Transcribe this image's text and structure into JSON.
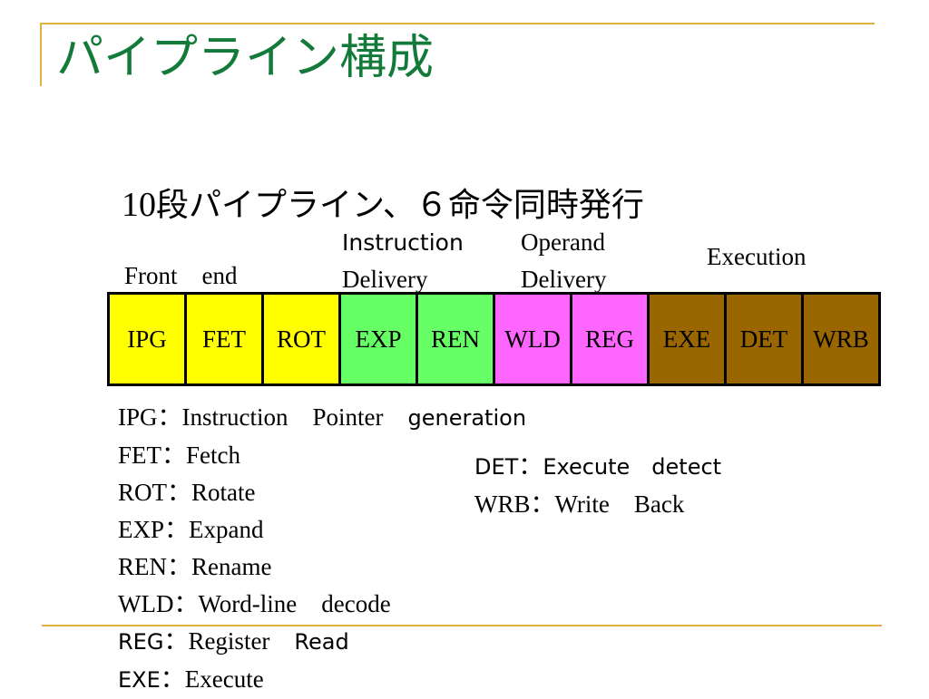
{
  "slide": {
    "title": "パイプライン構成",
    "subtitle_num": "10",
    "subtitle_text": "段パイプライン、６命令同時発行"
  },
  "groups": {
    "front_end": "Front　end",
    "instruction_line1": "Instruction",
    "instruction_line2": "Delivery",
    "operand_line1": "Operand",
    "operand_line2": "Delivery",
    "execution": "Execution"
  },
  "colors": {
    "title": "#137a3a",
    "rule": "#e0b040",
    "front_end": "#ffff00",
    "instruction_delivery": "#66ff66",
    "operand_delivery": "#ff66ff",
    "execution": "#996600"
  },
  "stages": [
    {
      "label": "IPG",
      "color": "#ffff00"
    },
    {
      "label": "FET",
      "color": "#ffff00"
    },
    {
      "label": "ROT",
      "color": "#ffff00"
    },
    {
      "label": "EXP",
      "color": "#66ff66"
    },
    {
      "label": "REN",
      "color": "#66ff66"
    },
    {
      "label": "WLD",
      "color": "#ff66ff"
    },
    {
      "label": "REG",
      "color": "#ff66ff"
    },
    {
      "label": "EXE",
      "color": "#996600"
    },
    {
      "label": "DET",
      "color": "#996600"
    },
    {
      "label": "WRB",
      "color": "#996600"
    }
  ],
  "definitions_left": [
    {
      "abbr": "IPG",
      "sep": "：",
      "desc": "Instruction　Pointer　",
      "desc_sans": "generation"
    },
    {
      "abbr": "FET",
      "sep": "：",
      "desc": "Fetch",
      "desc_sans": ""
    },
    {
      "abbr": "ROT",
      "sep": "：",
      "desc": "Rotate",
      "desc_sans": ""
    },
    {
      "abbr": "EXP",
      "sep": "：",
      "desc": "Expand",
      "desc_sans": ""
    },
    {
      "abbr": "REN",
      "sep": "：",
      "desc": "Rename",
      "desc_sans": ""
    },
    {
      "abbr": "WLD",
      "sep": "：",
      "desc": "Word-line　decode",
      "desc_sans": ""
    },
    {
      "abbr_sans": "REG",
      "sep": "：",
      "desc": "Register　",
      "desc_sans": "Read"
    },
    {
      "abbr_sans": "EXE",
      "sep": "：",
      "desc": "Execute",
      "desc_sans": ""
    }
  ],
  "definitions_right": [
    {
      "abbr_sans": "DET",
      "sep": "：",
      "desc": "",
      "desc_sans": "Execute　detect"
    },
    {
      "abbr": "WRB",
      "sep": "：",
      "desc": "Write　Back",
      "desc_sans": ""
    }
  ]
}
